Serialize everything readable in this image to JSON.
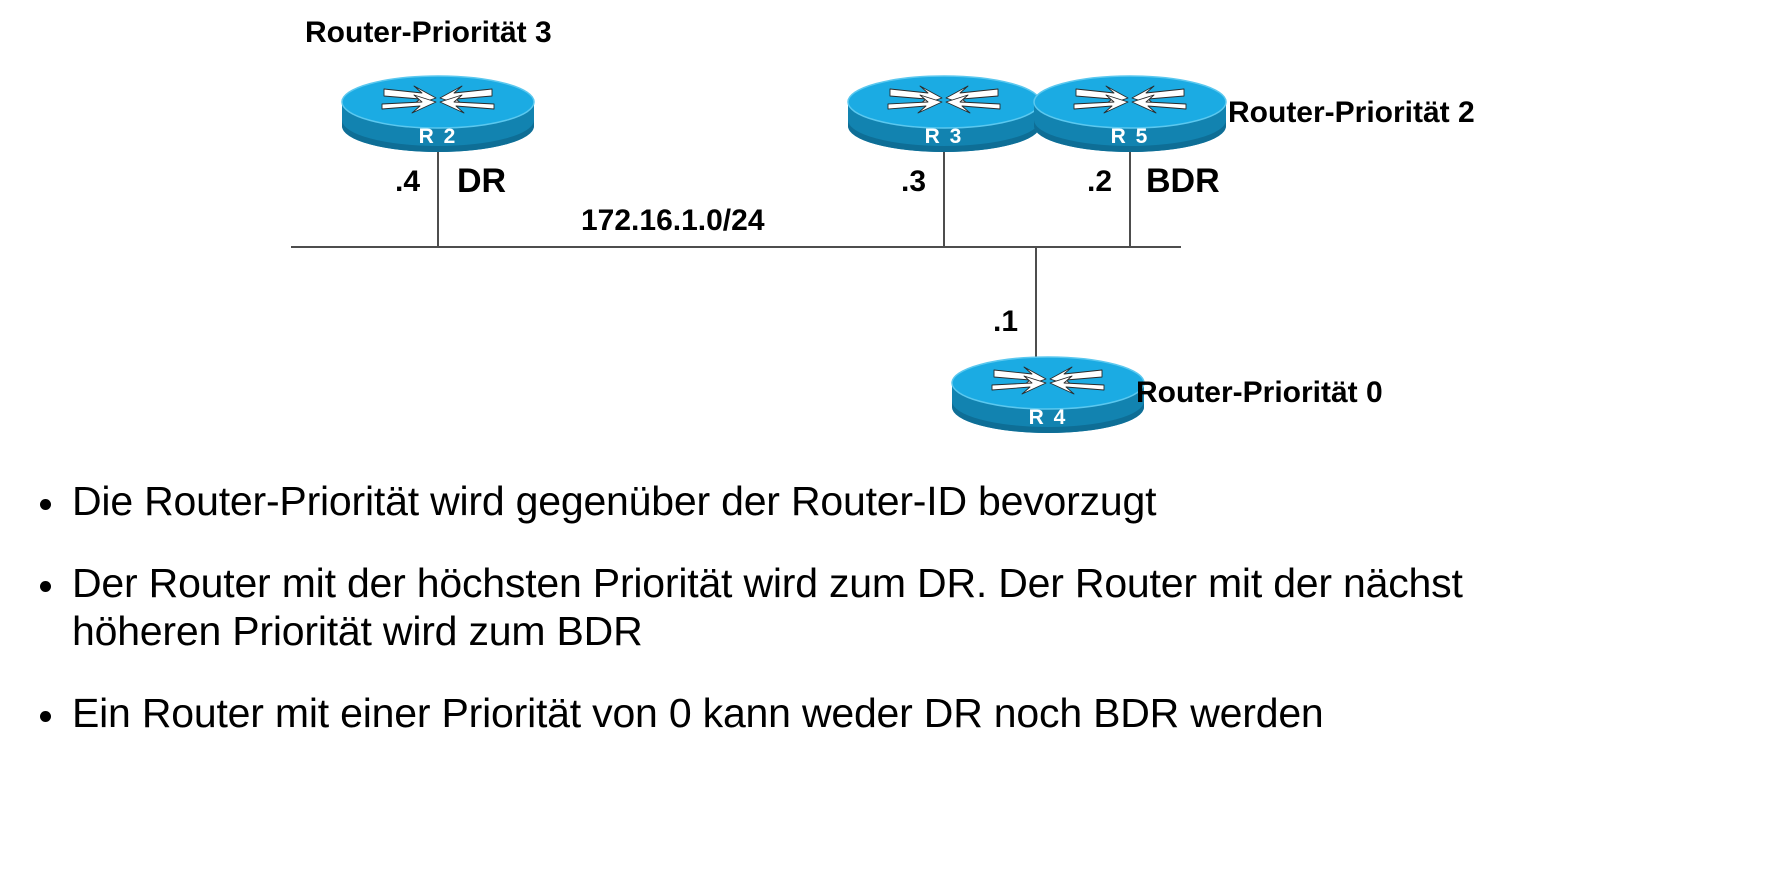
{
  "slide": {
    "subnet_label": "172.16.1.0/24",
    "routers": [
      {
        "id": "r2",
        "label": "R 2",
        "interface_ip": ".4",
        "role": "DR",
        "priority_label": "Router-Priorität 3",
        "priority_value": 3
      },
      {
        "id": "r3",
        "label": "R 3",
        "interface_ip": ".3",
        "role": "",
        "priority_label": "",
        "priority_value": null
      },
      {
        "id": "r5",
        "label": "R 5",
        "interface_ip": ".2",
        "role": "BDR",
        "priority_label": "Router-Priorität 2",
        "priority_value": 2
      },
      {
        "id": "r4",
        "label": "R 4",
        "interface_ip": ".1",
        "role": "",
        "priority_label": "Router-Priorität 0",
        "priority_value": 0
      }
    ],
    "bullets": [
      "Die Router-Priorität wird gegenüber der Router-ID bevorzugt",
      "Der Router mit der höchsten Priorität wird zum DR. Der Router mit der nächst höheren Priorität wird zum BDR",
      "Ein Router mit einer Priorität von 0 kann weder DR noch BDR werden"
    ]
  },
  "colors": {
    "router_top": "#1BABE3",
    "router_side": "#1283B0",
    "router_side_dark": "#0E6E96",
    "icon_arrow": "#FFFFFF",
    "line": "#4D4D4D",
    "text": "#000000",
    "background": "#FFFFFF"
  }
}
